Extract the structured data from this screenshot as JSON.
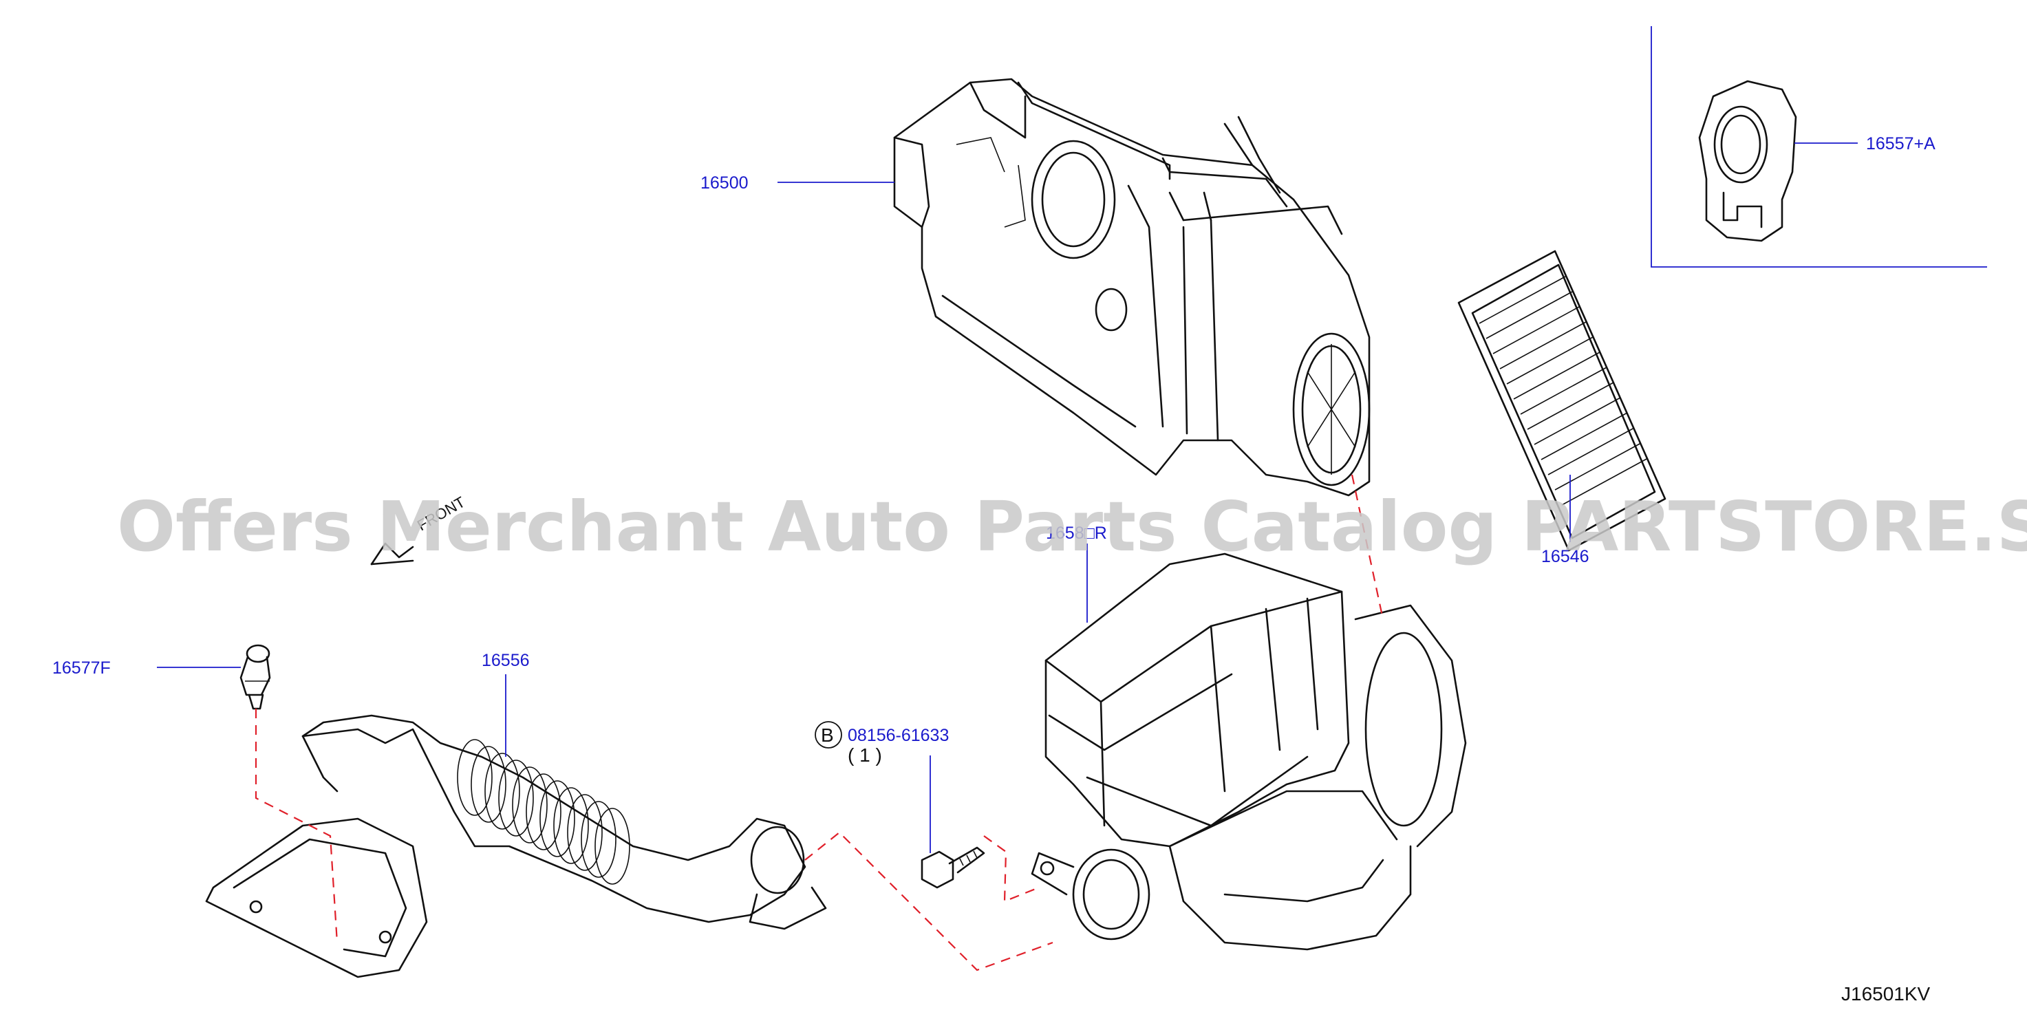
{
  "callouts": {
    "p16500": "16500",
    "p16557a": "16557+A",
    "p16546": "16546",
    "p16580r": "1658□R",
    "p16556": "16556",
    "p16577f": "16577F",
    "bolt_badge": "B",
    "bolt_part": "08156-61633",
    "bolt_qty": "( 1 )",
    "front_marker": "FRONT"
  },
  "diagram_code": "J16501KV",
  "watermark": "Offers Merchant Auto Parts Catalog PARTSTORE.SA",
  "colors": {
    "callout_text": "#1a1acc",
    "leader_line": "#1a1acc",
    "dashed_guide": "#e0202a",
    "drawing": "#111111",
    "watermark": "#c9c9c9"
  }
}
